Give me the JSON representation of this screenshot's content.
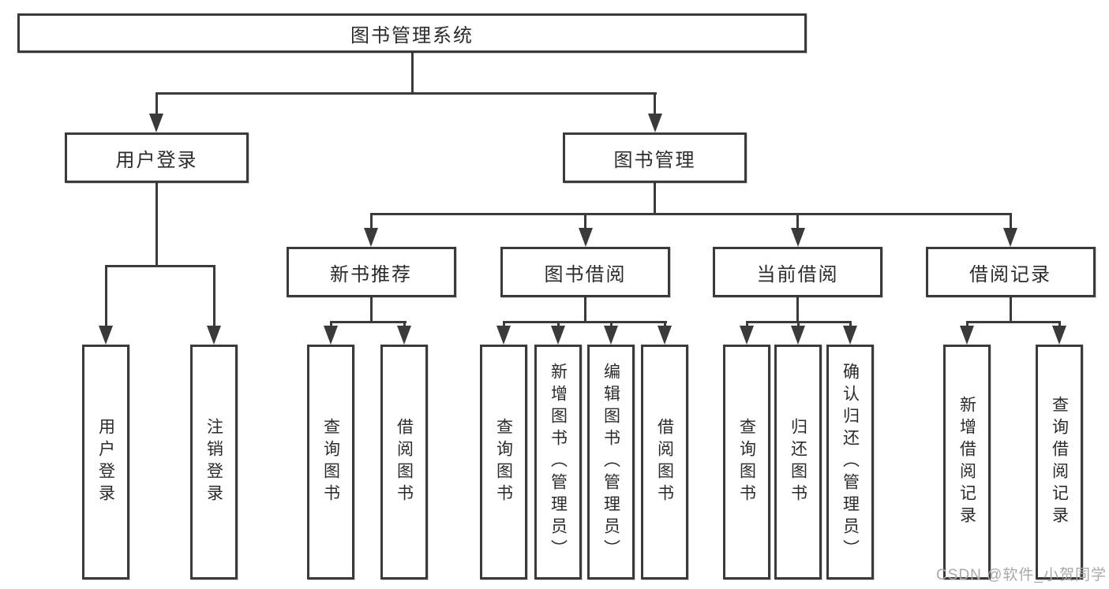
{
  "tree": {
    "root": {
      "label": "图书管理系统",
      "children": [
        {
          "label": "用户登录",
          "children": [
            {
              "label": "用户登录"
            },
            {
              "label": "注销登录"
            }
          ]
        },
        {
          "label": "图书管理",
          "children": [
            {
              "label": "新书推荐",
              "children": [
                {
                  "label": "查询图书"
                },
                {
                  "label": "借阅图书"
                }
              ]
            },
            {
              "label": "图书借阅",
              "children": [
                {
                  "label": "查询图书"
                },
                {
                  "label": "新增图书（管理员）"
                },
                {
                  "label": "编辑图书（管理员）"
                },
                {
                  "label": "借阅图书"
                }
              ]
            },
            {
              "label": "当前借阅",
              "children": [
                {
                  "label": "查询图书"
                },
                {
                  "label": "归还图书"
                },
                {
                  "label": "确认归还（管理员）"
                }
              ]
            },
            {
              "label": "借阅记录",
              "children": [
                {
                  "label": "新增借阅记录"
                },
                {
                  "label": "查询借阅记录"
                }
              ]
            }
          ]
        }
      ]
    }
  },
  "watermark": "CSDN @软件_小贺同学",
  "colors": {
    "line": "#3a3a3a",
    "text": "#2b2b2b",
    "watermark": "#a9a9a9",
    "background": "#ffffff"
  }
}
